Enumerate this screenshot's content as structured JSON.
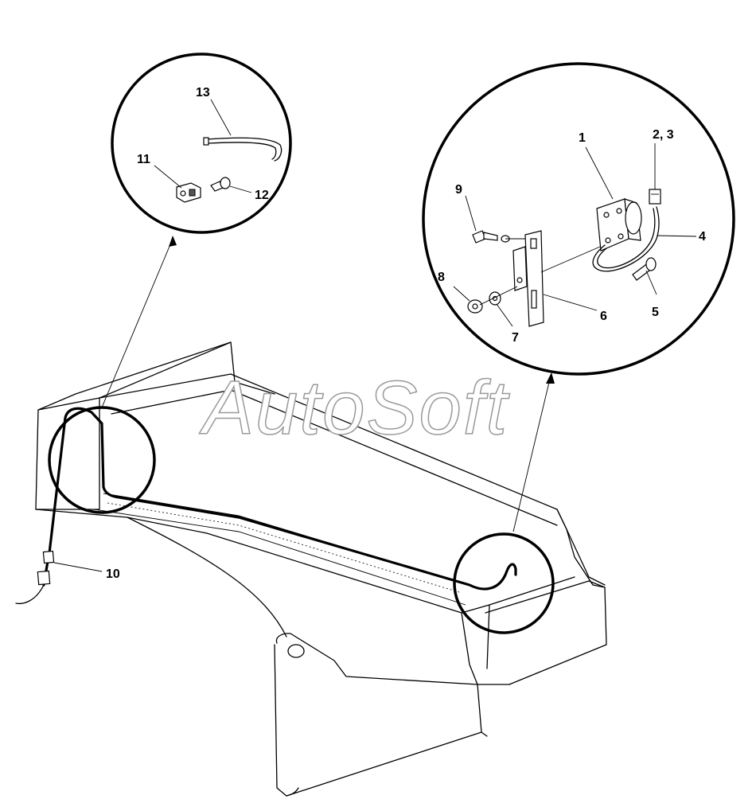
{
  "watermark": "AutoSoft",
  "callouts": {
    "c1": "1",
    "c23": "2, 3",
    "c4": "4",
    "c5": "5",
    "c6": "6",
    "c7": "7",
    "c8": "8",
    "c9": "9",
    "c10": "10",
    "c11": "11",
    "c12": "12",
    "c13": "13"
  },
  "colors": {
    "line": "#000000",
    "background": "#ffffff",
    "watermark_outline": "#9a9a9a"
  }
}
